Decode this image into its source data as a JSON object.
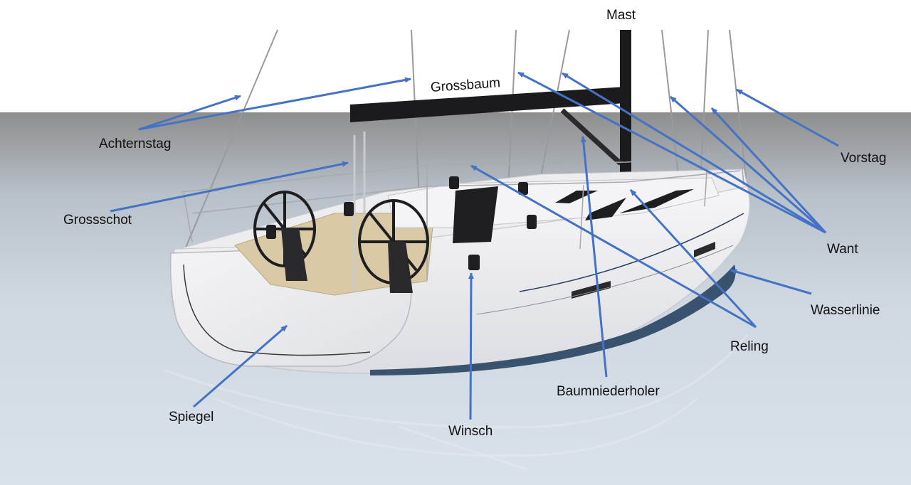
{
  "diagram": {
    "labels": {
      "mast": "Mast",
      "grossbaum": "Grossbaum",
      "achternstag": "Achternstag",
      "vorstag": "Vorstag",
      "grossschot": "Grossschot",
      "want": "Want",
      "wasserlinie": "Wasserlinie",
      "reling": "Reling",
      "baumniederholer": "Baumniederholer",
      "spiegel": "Spiegel",
      "winsch": "Winsch"
    },
    "colors": {
      "arrow": "#4472c4",
      "hull": "#ececef",
      "deck": "#ededf0",
      "water": "#d6dde6",
      "horizon": "#9a9a9a",
      "spar": "#1b1b1d",
      "boot_stripe": "#1f3b5a"
    }
  }
}
